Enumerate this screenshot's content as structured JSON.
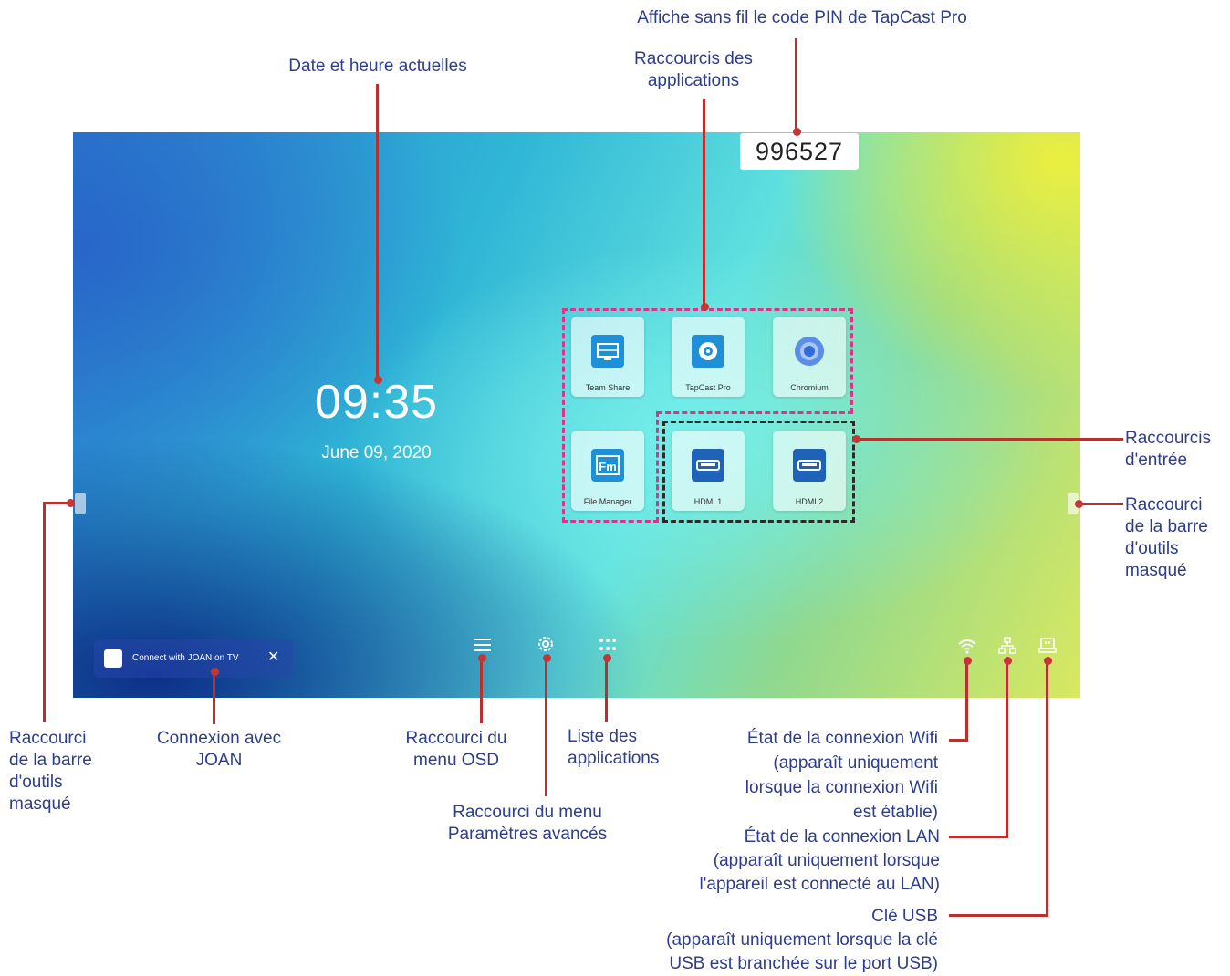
{
  "callouts": {
    "pin": "Affiche sans fil le code PIN de TapCast Pro",
    "app_shortcuts": "Raccourcis des\napplications",
    "datetime": "Date et heure actuelles",
    "input_shortcuts": "Raccourcis\nd'entrée",
    "toolbar_right": "Raccourci\nde la barre\nd'outils\nmasqué",
    "toolbar_left": "Raccourci\nde la barre\nd'outils\nmasqué",
    "joan": "Connexion avec\nJOAN",
    "osd_menu": "Raccourci du\nmenu OSD",
    "settings_menu": "Raccourci du menu\nParamètres avancés",
    "app_list": "Liste des\napplications",
    "wifi": "État de la connexion Wifi\n(apparaît uniquement\nlorsque la connexion Wifi\nest établie)",
    "lan": "État de la connexion LAN\n(apparaît uniquement lorsque\nl'appareil est connecté au LAN)",
    "usb": "Clé USB\n(apparaît uniquement lorsque la clé\nUSB est branchée sur le port USB)"
  },
  "screen": {
    "pin_code": "996527",
    "time": "09:35",
    "date": "June 09, 2020",
    "apps": [
      {
        "name": "Team Share",
        "icon": "team-share-icon"
      },
      {
        "name": "TapCast Pro",
        "icon": "tapcast-icon"
      },
      {
        "name": "Chromium",
        "icon": "chromium-icon"
      },
      {
        "name": "File Manager",
        "icon": "file-manager-icon"
      },
      {
        "name": "HDMI 1",
        "icon": "hdmi-icon"
      },
      {
        "name": "HDMI 2",
        "icon": "hdmi-icon"
      }
    ],
    "joan_text": "Connect with JOAN on TV",
    "joan_close": "✕",
    "file_manager_glyph": "Fm",
    "colors": {
      "callout_text": "#2e3d8c",
      "callout_line": "#b8312f",
      "app_frame": "#e0328a",
      "input_frame": "#2b2b2b",
      "app_icon": "#1f8fd8"
    }
  }
}
